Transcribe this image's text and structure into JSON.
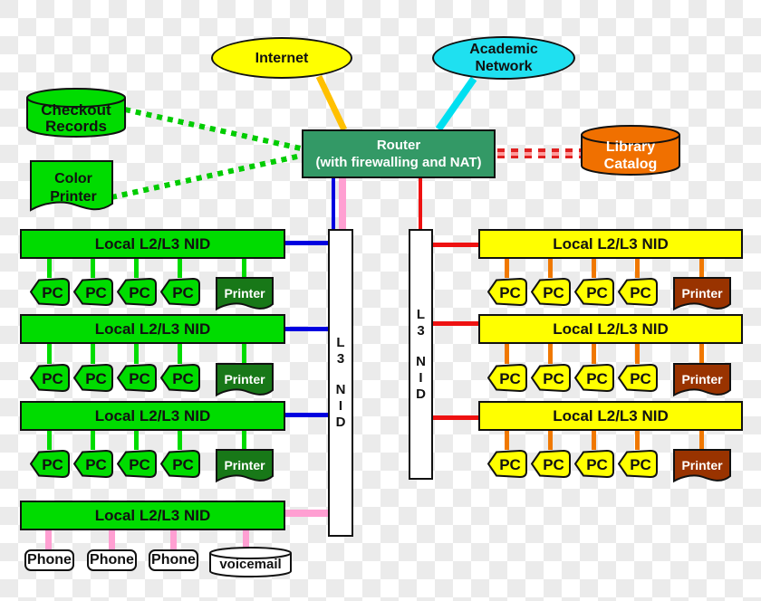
{
  "title": "Library network topology diagram",
  "colors": {
    "bright_green": "#00dc00",
    "yellow": "#ffff00",
    "cyan": "#1fe0f0",
    "router_green": "#339966",
    "dark_green_printer": "#187818",
    "brown_printer": "#993300",
    "orange_catalog": "#f07000",
    "orange_link": "#f07800",
    "amber_link": "#ffc000",
    "blue_link": "#0000e0",
    "red_link": "#ee1111",
    "pink_link": "#ff9fd2",
    "dotted_green_link": "#00cc00",
    "checker_light": "#ffffff",
    "checker_dark": "#ebebeb"
  },
  "nodes": {
    "internet": {
      "label": "Internet"
    },
    "academic_network": {
      "line1": "Academic",
      "line2": "Network"
    },
    "router": {
      "line1": "Router",
      "line2": "(with firewalling and NAT)"
    },
    "checkout_records": {
      "line1": "Checkout",
      "line2": "Records"
    },
    "color_printer": {
      "line1": "Color",
      "line2": "Printer"
    },
    "library_catalog": {
      "line1": "Library",
      "line2": "Catalog"
    },
    "left_backbone": {
      "letters": [
        "L",
        "3",
        "N",
        "I",
        "D"
      ]
    },
    "right_backbone": {
      "letters": [
        "L",
        "3",
        "N",
        "I",
        "D"
      ]
    }
  },
  "left_section": {
    "rows": [
      {
        "nid": "Local L2/L3 NID",
        "pcs": [
          "PC",
          "PC",
          "PC",
          "PC"
        ],
        "printer": "Printer"
      },
      {
        "nid": "Local L2/L3 NID",
        "pcs": [
          "PC",
          "PC",
          "PC",
          "PC"
        ],
        "printer": "Printer"
      },
      {
        "nid": "Local L2/L3 NID",
        "pcs": [
          "PC",
          "PC",
          "PC",
          "PC"
        ],
        "printer": "Printer"
      }
    ],
    "phone_row": {
      "nid": "Local L2/L3 NID",
      "phones": [
        "Phone",
        "Phone",
        "Phone"
      ],
      "voicemail": "voicemail"
    }
  },
  "right_section": {
    "rows": [
      {
        "nid": "Local L2/L3 NID",
        "pcs": [
          "PC",
          "PC",
          "PC",
          "PC"
        ],
        "printer": "Printer"
      },
      {
        "nid": "Local L2/L3 NID",
        "pcs": [
          "PC",
          "PC",
          "PC",
          "PC"
        ],
        "printer": "Printer"
      },
      {
        "nid": "Local L2/L3 NID",
        "pcs": [
          "PC",
          "PC",
          "PC",
          "PC"
        ],
        "printer": "Printer"
      }
    ]
  },
  "connections": [
    {
      "from": "Internet",
      "to": "Router",
      "style": "solid",
      "color": "#ffc000"
    },
    {
      "from": "Academic Network",
      "to": "Router",
      "style": "solid",
      "color": "#00dff0"
    },
    {
      "from": "Checkout Records",
      "to": "Router",
      "style": "dotted",
      "color": "#00cc00"
    },
    {
      "from": "Color Printer",
      "to": "Router",
      "style": "dotted",
      "color": "#00cc00"
    },
    {
      "from": "Router",
      "to": "Library Catalog",
      "style": "dashed",
      "color": "#e02020"
    },
    {
      "from": "Router",
      "to": "Left L3 NID",
      "style": "solid",
      "color": "#0000e0"
    },
    {
      "from": "Router",
      "to": "Left L3 NID",
      "style": "solid",
      "color": "#ff9fd2"
    },
    {
      "from": "Router",
      "to": "Right L3 NID",
      "style": "solid",
      "color": "#ee1111"
    },
    {
      "from": "Left L3 NID",
      "to": "Local L2/L3 NID rows",
      "style": "solid",
      "color": "#0000e0"
    },
    {
      "from": "Left L3 NID",
      "to": "Phone NID row",
      "style": "solid",
      "color": "#ff9fd2"
    },
    {
      "from": "Right L3 NID",
      "to": "Local L2/L3 NID rows",
      "style": "solid",
      "color": "#ee1111"
    }
  ]
}
